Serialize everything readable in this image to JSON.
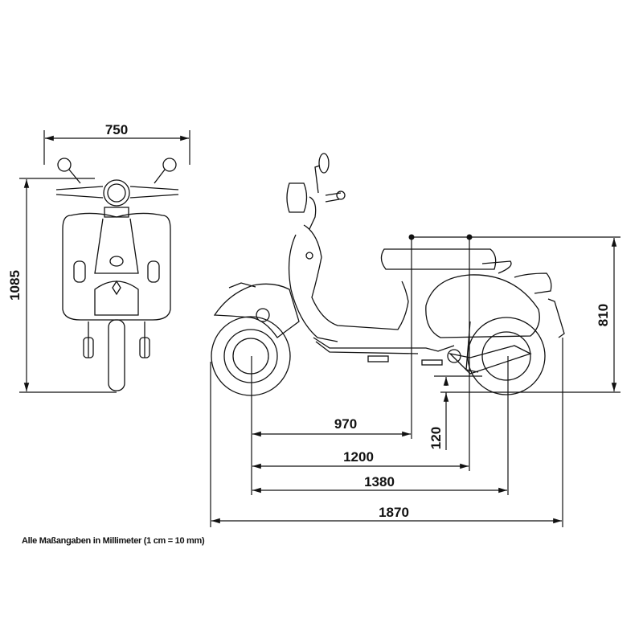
{
  "dimensions": {
    "front_width": "750",
    "total_height": "1085",
    "seat_height": "810",
    "ground_clearance": "120",
    "wheelbase_to_seat_front": "970",
    "wheelbase_to_seat_rear": "1200",
    "wheelbase": "1380",
    "total_length": "1870"
  },
  "footnote": "Alle Maßangaben in Millimeter (1 cm = 10 mm)",
  "units": "mm"
}
